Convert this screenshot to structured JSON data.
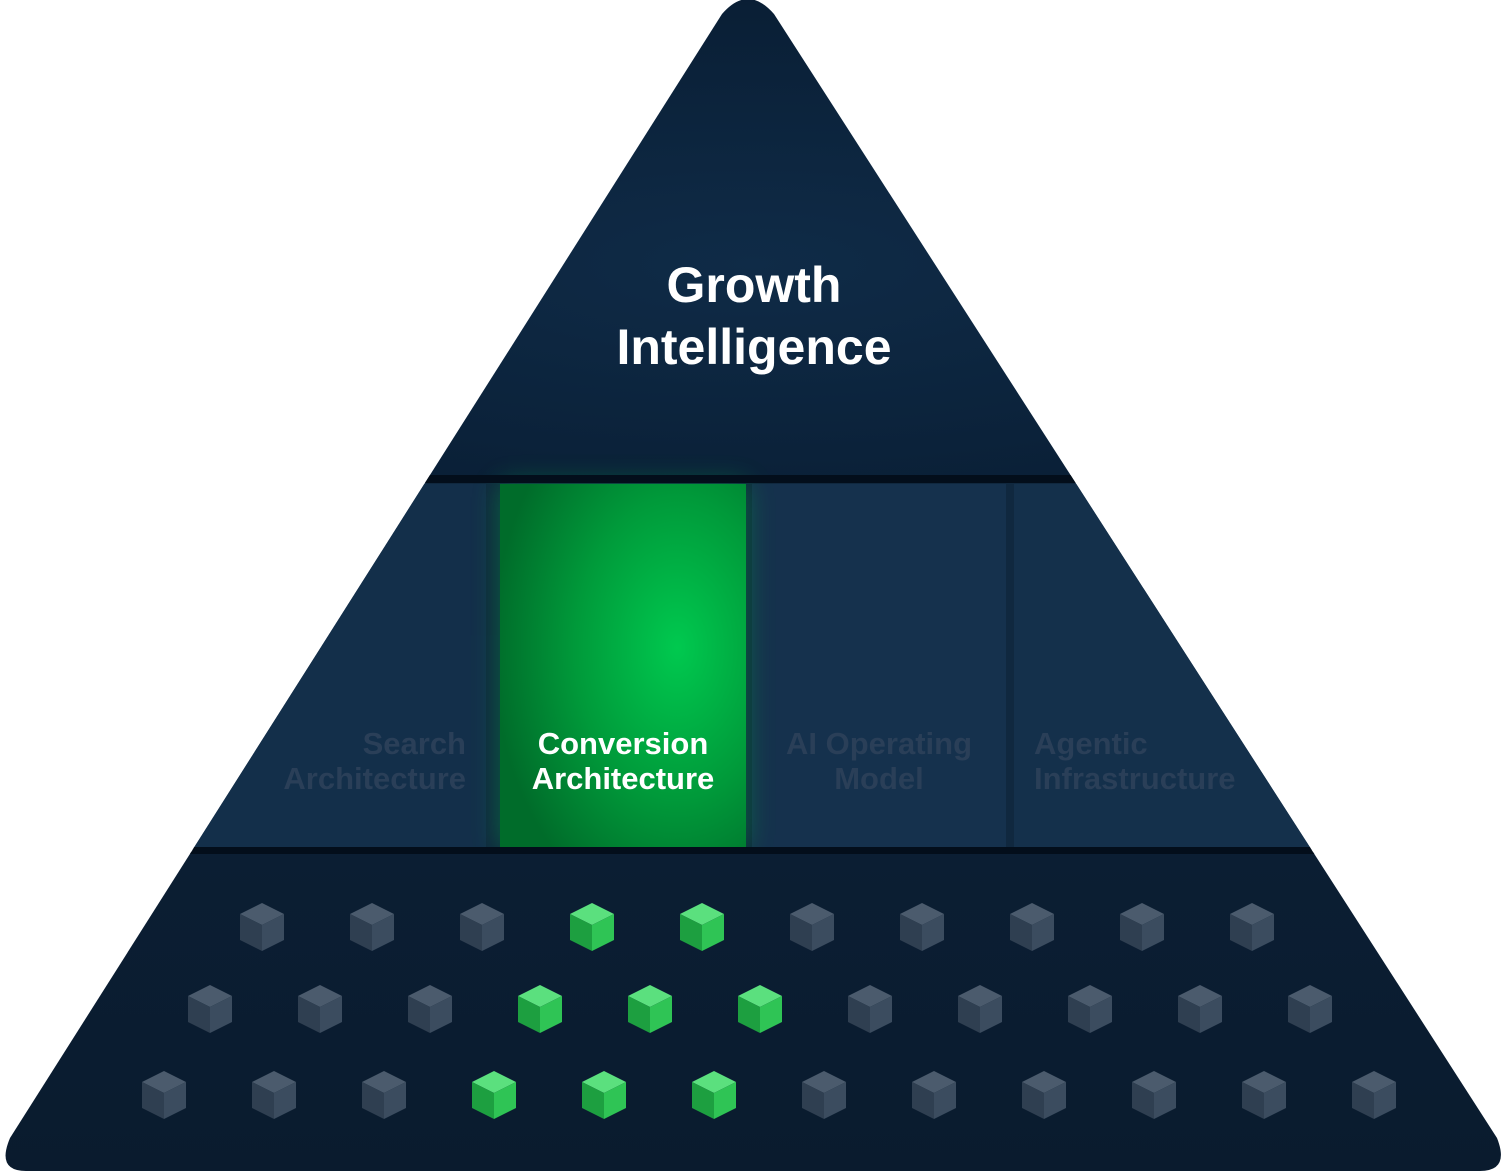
{
  "pyramid": {
    "top_tier": {
      "title_line1": "Growth",
      "title_line2": "Intelligence"
    },
    "middle_tier": {
      "columns": [
        {
          "line1": "Search",
          "line2": "Architecture",
          "highlighted": false
        },
        {
          "line1": "Conversion",
          "line2": "Architecture",
          "highlighted": true
        },
        {
          "line1": "AI Operating",
          "line2": "Model",
          "highlighted": false
        },
        {
          "line1": "Agentic",
          "line2": "Infrastructure",
          "highlighted": false
        }
      ]
    },
    "base_tier": {
      "rows": [
        {
          "count": 10,
          "highlighted": [
            3,
            4
          ]
        },
        {
          "count": 11,
          "highlighted": [
            3,
            4,
            5
          ]
        },
        {
          "count": 12,
          "highlighted": [
            3,
            4,
            5
          ]
        }
      ]
    }
  },
  "colors": {
    "pyramid_dark": "#0c2138",
    "middle_panel": "#13304b",
    "highlight_green": "#009a3a",
    "highlight_glow": "#00c94f",
    "cube_gray": "#3a4b5e",
    "cube_green": "#2bbf55",
    "muted_text": "#2a3f58",
    "white_text": "#ffffff"
  }
}
